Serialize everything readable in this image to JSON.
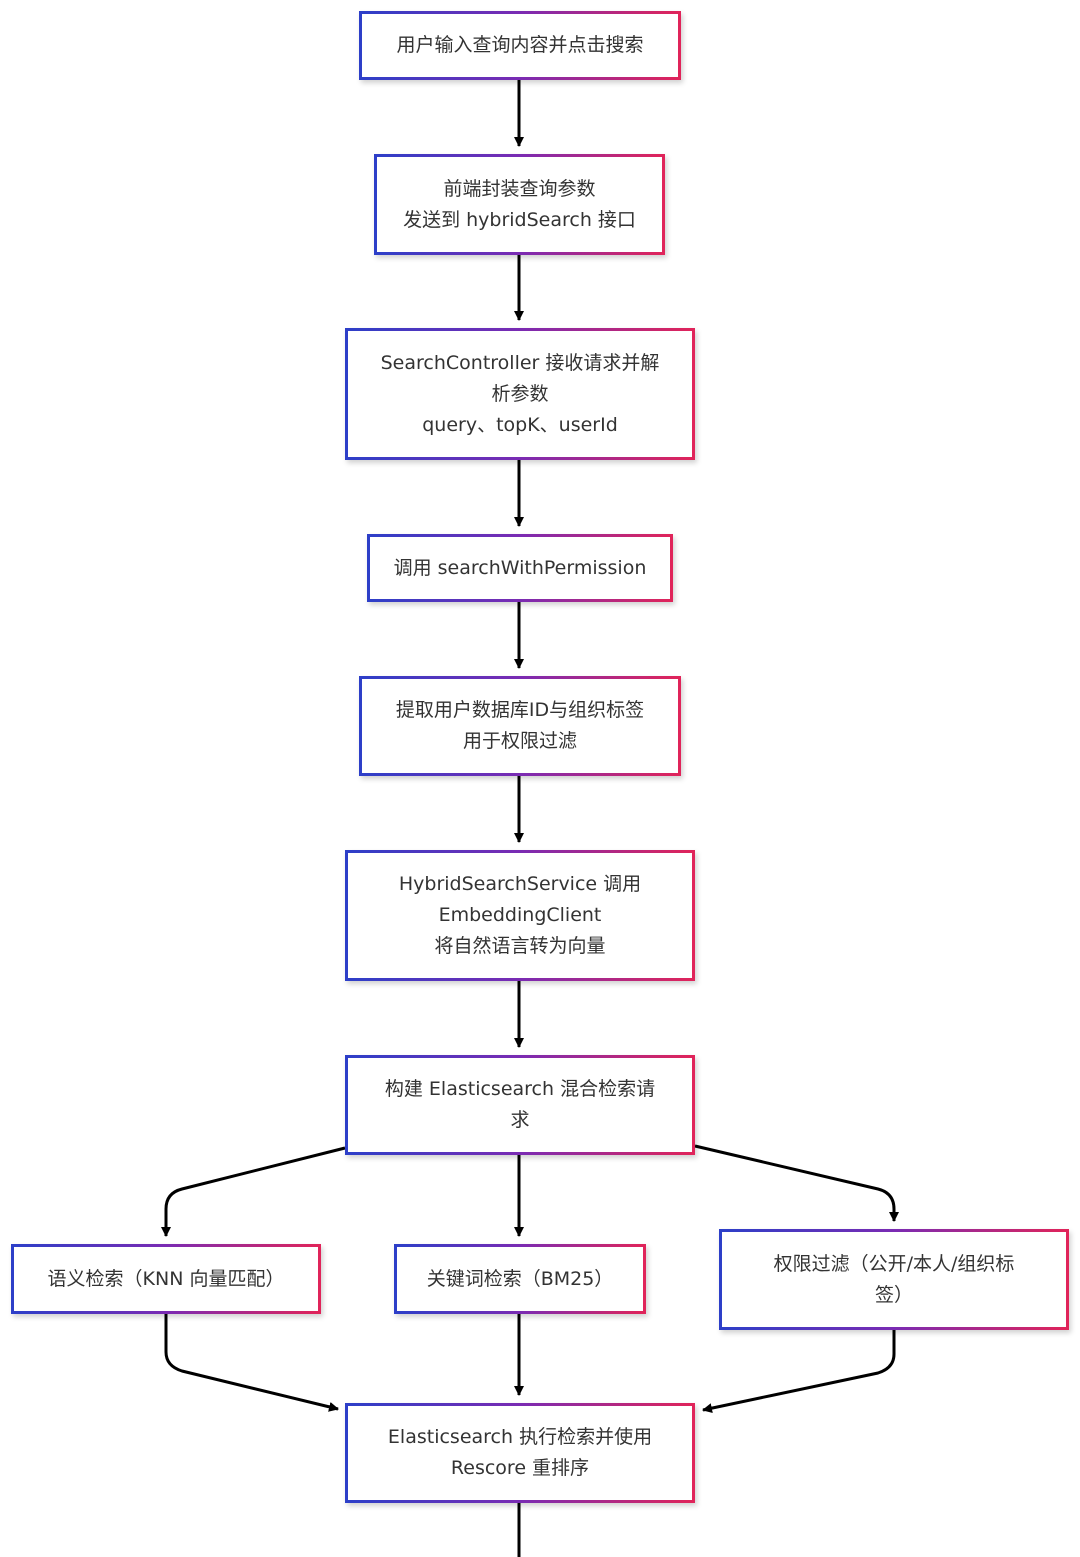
{
  "diagram": {
    "type": "flowchart",
    "colors": {
      "border_start": "#2d3fc8",
      "border_mid": "#7a2bb3",
      "border_end": "#e0245a",
      "edge": "#000000",
      "text": "#333333",
      "background": "#ffffff"
    },
    "nodes": [
      {
        "id": "n1",
        "lines": [
          "用户输入查询内容并点击搜索"
        ]
      },
      {
        "id": "n2",
        "lines": [
          "前端封装查询参数",
          "发送到 hybridSearch 接口"
        ]
      },
      {
        "id": "n3",
        "lines": [
          "SearchController 接收请求并解",
          "析参数",
          "query、topK、userId"
        ]
      },
      {
        "id": "n4",
        "lines": [
          "调用 searchWithPermission"
        ]
      },
      {
        "id": "n5",
        "lines": [
          "提取用户数据库ID与组织标签",
          "用于权限过滤"
        ]
      },
      {
        "id": "n6",
        "lines": [
          "HybridSearchService 调用",
          "EmbeddingClient",
          "将自然语言转为向量"
        ]
      },
      {
        "id": "n7",
        "lines": [
          "构建 Elasticsearch 混合检索请",
          "求"
        ]
      },
      {
        "id": "n8",
        "lines": [
          "语义检索（KNN 向量匹配）"
        ]
      },
      {
        "id": "n9",
        "lines": [
          "关键词检索（BM25）"
        ]
      },
      {
        "id": "n10",
        "lines": [
          "权限过滤（公开/本人/组织标",
          "签）"
        ]
      },
      {
        "id": "n11",
        "lines": [
          "Elasticsearch 执行检索并使用",
          "Rescore 重排序"
        ]
      }
    ],
    "edges": [
      {
        "from": "n1",
        "to": "n2"
      },
      {
        "from": "n2",
        "to": "n3"
      },
      {
        "from": "n3",
        "to": "n4"
      },
      {
        "from": "n4",
        "to": "n5"
      },
      {
        "from": "n5",
        "to": "n6"
      },
      {
        "from": "n6",
        "to": "n7"
      },
      {
        "from": "n7",
        "to": "n8"
      },
      {
        "from": "n7",
        "to": "n9"
      },
      {
        "from": "n7",
        "to": "n10"
      },
      {
        "from": "n8",
        "to": "n11"
      },
      {
        "from": "n9",
        "to": "n11"
      },
      {
        "from": "n10",
        "to": "n11"
      },
      {
        "from": "n11",
        "to": "next"
      }
    ]
  }
}
